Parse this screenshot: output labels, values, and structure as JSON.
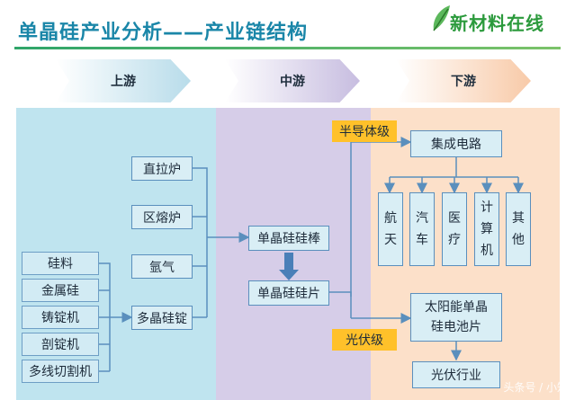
{
  "header": {
    "title": "单晶硅产业分析——产业链结构",
    "logo_text": "新材料在线"
  },
  "stages": {
    "upstream": "上游",
    "midstream": "中游",
    "downstream": "下游"
  },
  "upstream": {
    "equipment": [
      "直拉炉",
      "区熔炉",
      "氩气",
      "多晶硅锭"
    ],
    "materials": [
      "硅料",
      "金属硅",
      "铸锭机",
      "剖锭机",
      "多线切割机"
    ]
  },
  "midstream": {
    "rod": "单晶硅硅棒",
    "wafer": "单晶硅硅片"
  },
  "downstream": {
    "semiconductor_grade": "半导体级",
    "integrated_circuit": "集成电路",
    "applications": [
      {
        "chars": [
          "航",
          "天"
        ]
      },
      {
        "chars": [
          "汽",
          "车"
        ]
      },
      {
        "chars": [
          "医",
          "疗"
        ]
      },
      {
        "chars": [
          "计",
          "算",
          "机"
        ]
      },
      {
        "chars": [
          "其",
          "他"
        ]
      }
    ],
    "pv_grade": "光伏级",
    "solar_cell_line1": "太阳能单晶",
    "solar_cell_line2": "硅电池片",
    "pv_industry": "光伏行业"
  },
  "watermark": "头条号 / 小知",
  "colors": {
    "title": "#1a86a8",
    "upstream_panel": "#bfe4ef",
    "midstream_panel": "#d6cde8",
    "downstream_panel": "#fce0c9",
    "tag": "#ffc12a",
    "arrow": "#5a8fbd"
  }
}
